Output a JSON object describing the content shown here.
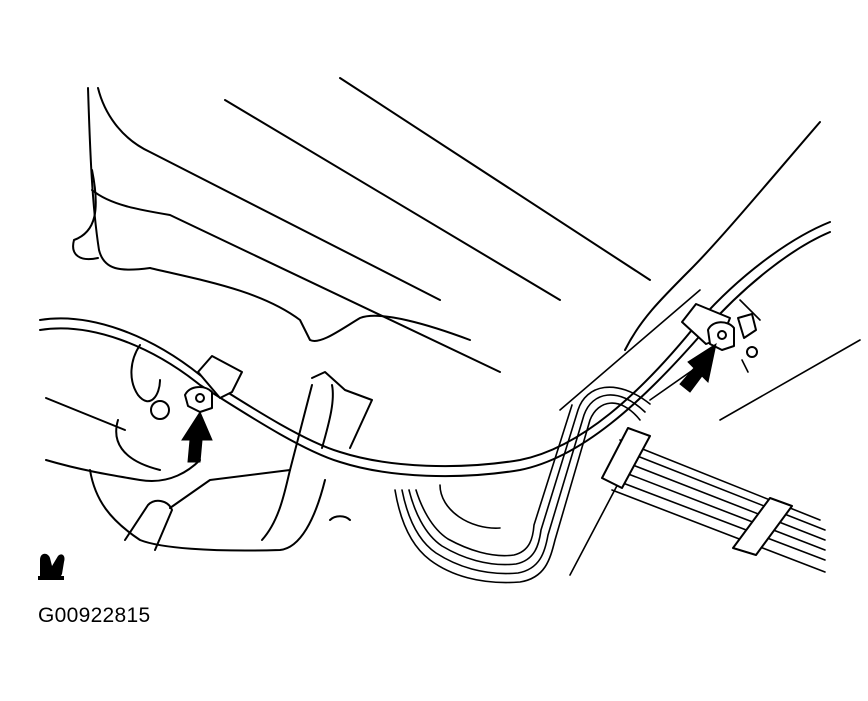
{
  "figure_id": "G00922815",
  "icons": {
    "diagram_type_icon": "service-note-icon",
    "arrows": [
      "clip-location-arrow-left",
      "clip-location-arrow-right"
    ]
  },
  "colors": {
    "ink": "#000000",
    "paper": "#ffffff"
  }
}
